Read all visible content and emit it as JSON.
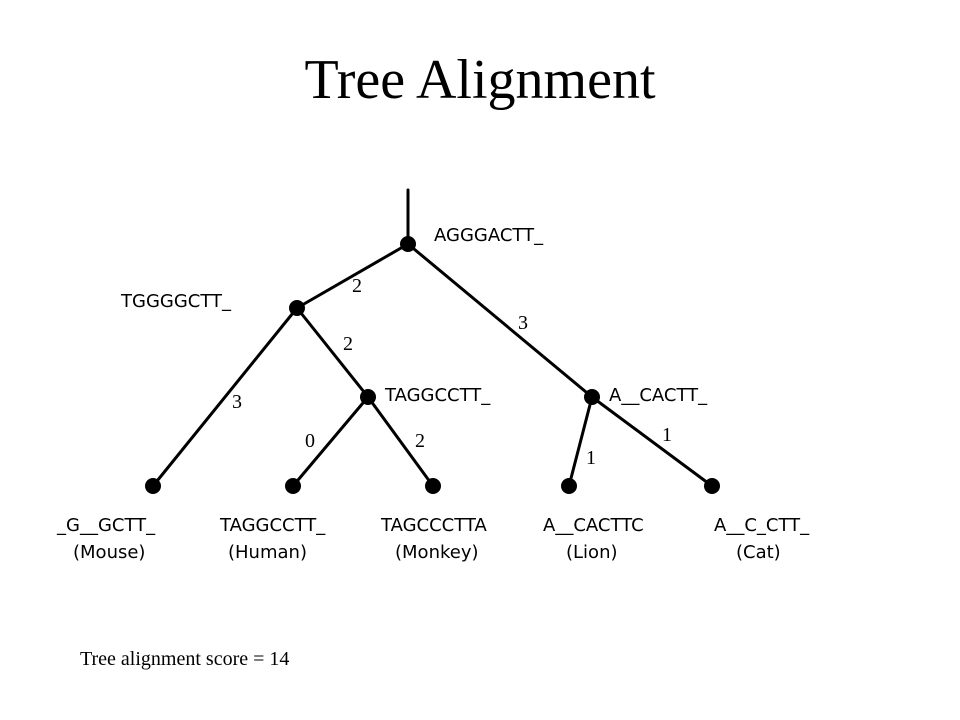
{
  "title": "Tree Alignment",
  "tree": {
    "nodes": {
      "root": {
        "seq": "AGGGACTT_"
      },
      "n1": {
        "seq": "TGGGGCTT_"
      },
      "n2": {
        "seq": "TAGGCCTT_"
      },
      "n3": {
        "seq": "A__CACTT_"
      },
      "mouse": {
        "seq": "_G__GCTT_",
        "species": "(Mouse)"
      },
      "human": {
        "seq": "TAGGCCTT_",
        "species": "(Human)"
      },
      "monkey": {
        "seq": "TAGCCCTTA",
        "species": "(Monkey)"
      },
      "lion": {
        "seq": "A__CACTTC",
        "species": "(Lion)"
      },
      "cat": {
        "seq": "A__C_CTT_",
        "species": "(Cat)"
      }
    },
    "edges": [
      {
        "id": "root-n1",
        "from": "root",
        "to": "n1",
        "weight": "2"
      },
      {
        "id": "root-n3",
        "from": "root",
        "to": "n3",
        "weight": "3"
      },
      {
        "id": "n1-n2",
        "from": "n1",
        "to": "n2",
        "weight": "2"
      },
      {
        "id": "n1-mouse",
        "from": "n1",
        "to": "mouse",
        "weight": "3"
      },
      {
        "id": "n2-human",
        "from": "n2",
        "to": "human",
        "weight": "0"
      },
      {
        "id": "n2-monkey",
        "from": "n2",
        "to": "monkey",
        "weight": "2"
      },
      {
        "id": "n3-lion",
        "from": "n3",
        "to": "lion",
        "weight": "1"
      },
      {
        "id": "n3-cat",
        "from": "n3",
        "to": "cat",
        "weight": "1"
      }
    ]
  },
  "score_text": "Tree alignment score = 14"
}
